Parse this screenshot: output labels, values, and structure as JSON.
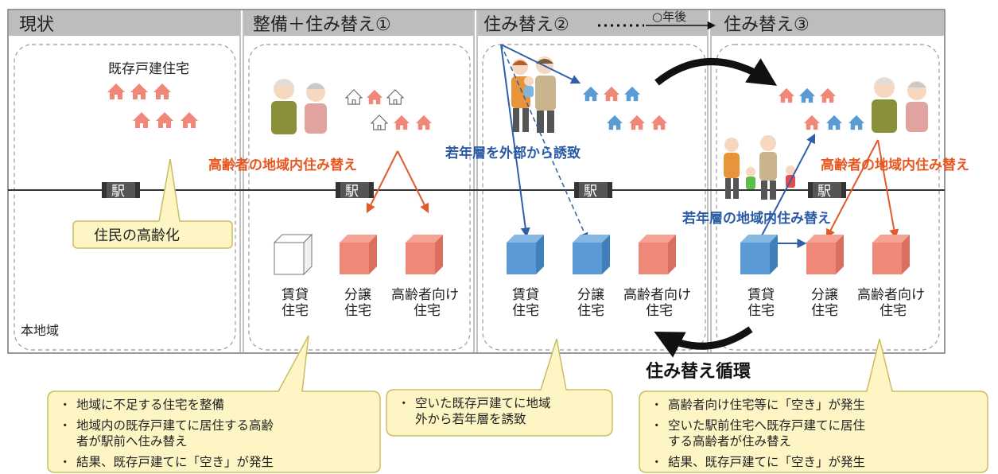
{
  "panels": [
    {
      "header": "現状"
    },
    {
      "header": "整備＋住み替え①"
    },
    {
      "header": "住み替え②"
    },
    {
      "header": "住み替え③"
    }
  ],
  "time_label": "○年後",
  "existing_houses_label": "既存戸建住宅",
  "area_label": "本地域",
  "station_label": "駅",
  "aging_callout": "住民の高齢化",
  "elderly_relocation": "高齢者の地域内住み替え",
  "youth_attraction": "若年層を外部から誘致",
  "youth_relocation": "若年層の地域内住み替え",
  "cycle_label": "住み替え循環",
  "buildings": {
    "rental": [
      "賃貸",
      "住宅"
    ],
    "condo": [
      "分譲",
      "住宅"
    ],
    "elderly": [
      "高齢者向け",
      "住宅"
    ]
  },
  "notes": {
    "panel1": [
      "地域に不足する住宅を整備",
      "地域内の既存戸建てに居住する高齢",
      "者が駅前へ住み替え",
      "結果、既存戸建てに「空き」が発生"
    ],
    "panel2": [
      "空いた既存戸建てに地域",
      "外から若年層を誘致"
    ],
    "panel3": [
      "高齢者向け住宅等に「空き」が発生",
      "空いた駅前住宅へ既存戸建てに居住",
      "する高齢者が住み替え",
      "結果、既存戸建てに「空き」が発生"
    ]
  },
  "colors": {
    "header_bg": "#bdbdbd",
    "house_red": "#f0887a",
    "house_blue": "#5b9bd5",
    "arrow_red": "#e05a2b",
    "arrow_blue": "#2f5fa8",
    "label_red": "#e8561f",
    "label_blue": "#2a5aa5",
    "callout_bg": "#fdf6c4",
    "callout_border": "#c9bd62"
  }
}
